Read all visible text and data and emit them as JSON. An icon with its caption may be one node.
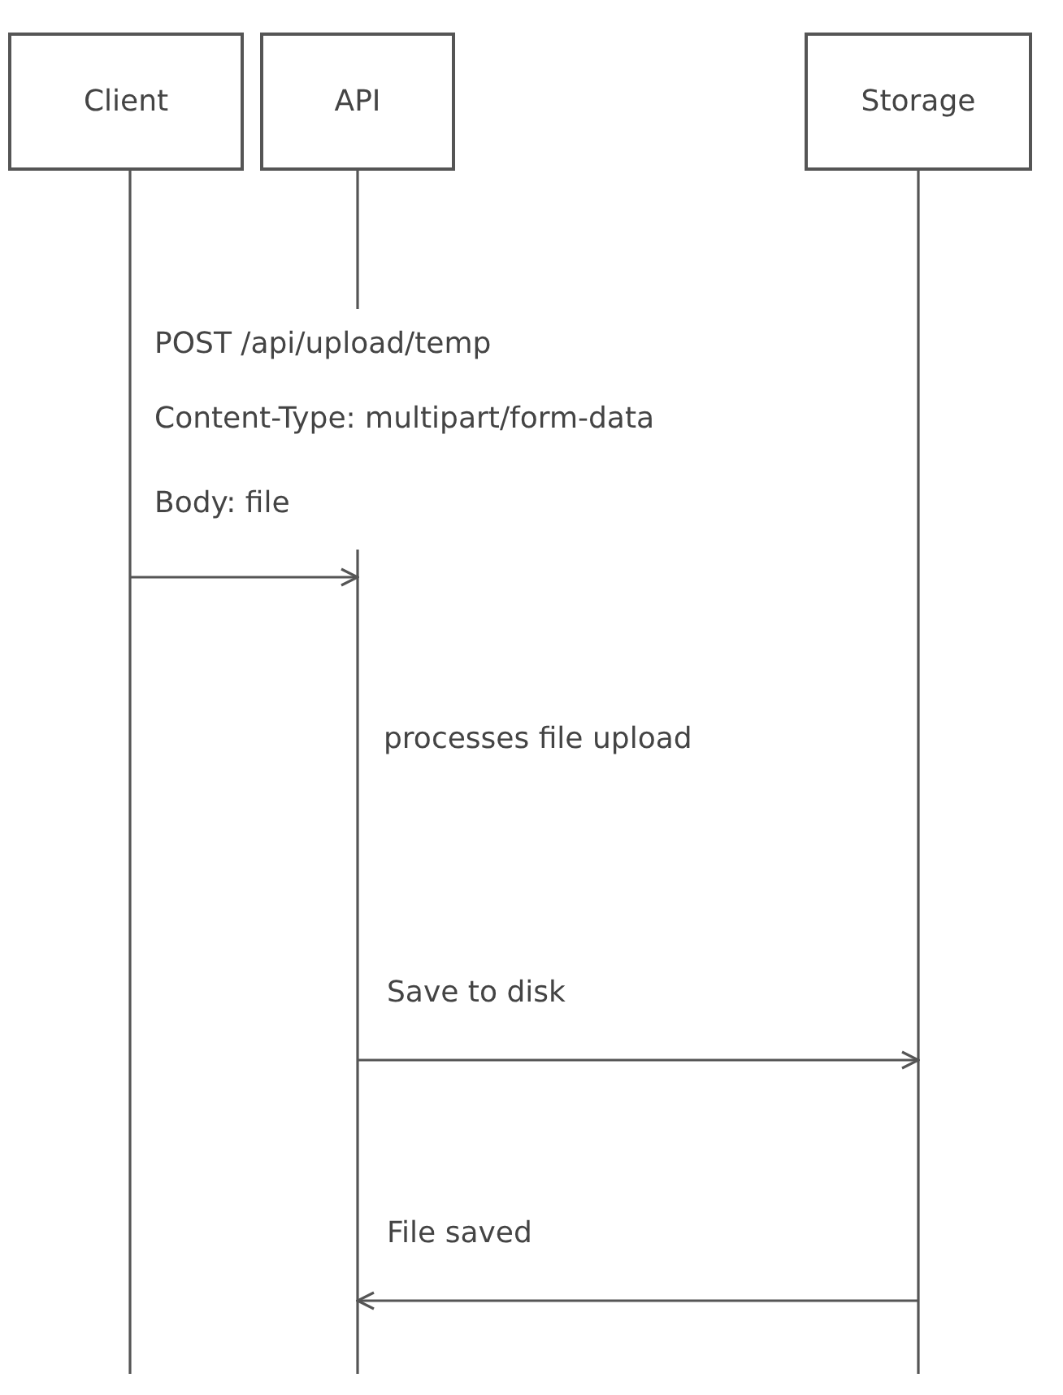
{
  "diagram": {
    "nodes": [
      {
        "text": [
          "Client"
        ]
      },
      {
        "text": [
          "API"
        ]
      },
      {
        "text": [
          "Storage"
        ]
      }
    ],
    "edges": [
      {
        "from": 0,
        "to": 1,
        "arrow": "to"
      },
      {
        "from": 1,
        "to": 2,
        "arrow": "to",
        "label": "Save to disk"
      },
      {
        "from": 2,
        "to": 1,
        "arrow": "to",
        "label": "File saved"
      }
    ],
    "labels": [
      "POST /api/upload/temp",
      "Content-Type: multipart/form-data",
      "Body: file",
      "processes file upload"
    ]
  }
}
